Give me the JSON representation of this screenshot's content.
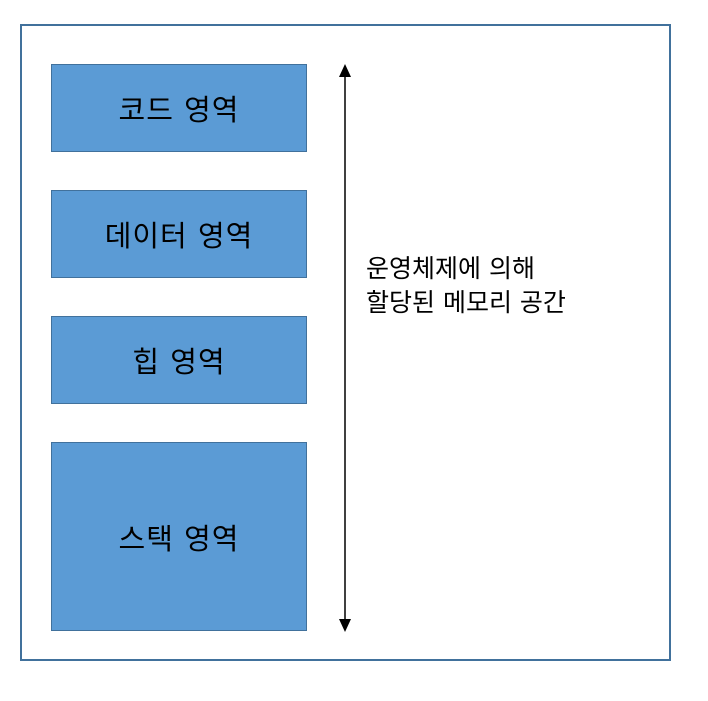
{
  "segments": {
    "code": "코드 영역",
    "data": "데이터 영역",
    "heap": "힙 영역",
    "stack": "스택 영역"
  },
  "caption": {
    "line1": "운영체제에 의해",
    "line2": "할당된 메모리 공간"
  },
  "colors": {
    "segment_fill": "#5b9bd5",
    "segment_border": "#41719c",
    "frame_border": "#41719c",
    "arrow": "#000000"
  }
}
